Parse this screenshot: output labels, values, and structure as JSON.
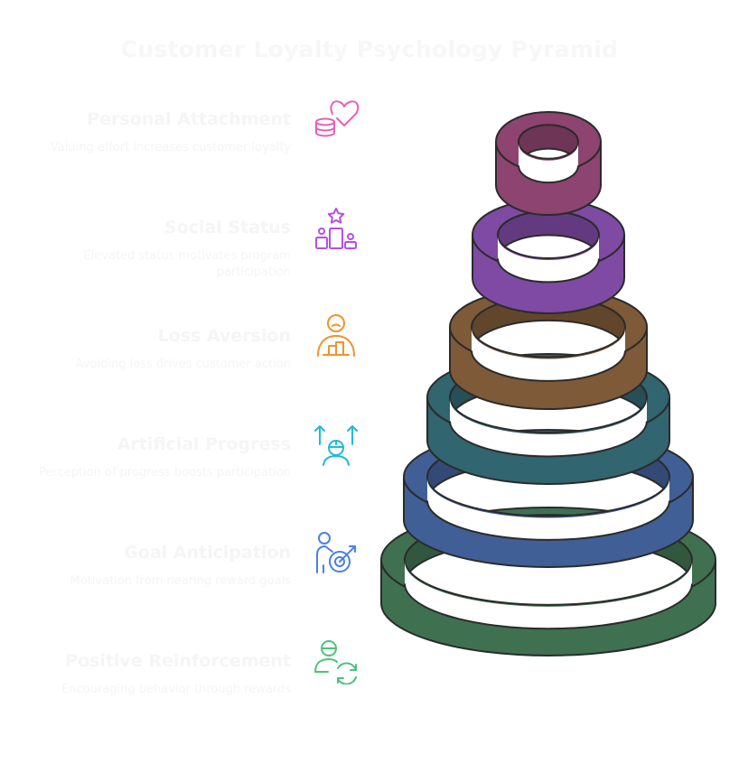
{
  "title": "Customer Loyalty Psychology Pyramid",
  "levels": [
    {
      "title": "Personal Attachment",
      "description": "Valuing effort increases customer loyalty",
      "icon": "coins-heart-icon",
      "color": "#e85fb4",
      "ring_color": "#8d4470"
    },
    {
      "title": "Social Status",
      "description": "Elevated status motivates program participation",
      "icon": "podium-star-icon",
      "color": "#b74ee4",
      "ring_color": "#7f4aa3"
    },
    {
      "title": "Loss Aversion",
      "description": "Avoiding loss drives customer action",
      "icon": "sad-person-icon",
      "color": "#f0922e",
      "ring_color": "#7e5a39"
    },
    {
      "title": "Artificial Progress",
      "description": "Perception of progress boosts participation",
      "icon": "person-arrows-up-icon",
      "color": "#22b8db",
      "ring_color": "#31656f"
    },
    {
      "title": "Goal Anticipation",
      "description": "Motivation from nearing reward goals",
      "icon": "person-target-icon",
      "color": "#4a7fe6",
      "ring_color": "#405f96"
    },
    {
      "title": "Positive Reinforcement",
      "description": "Encouraging behavior through rewards",
      "icon": "person-cycle-icon",
      "color": "#4dc27e",
      "ring_color": "#3f7150"
    }
  ]
}
